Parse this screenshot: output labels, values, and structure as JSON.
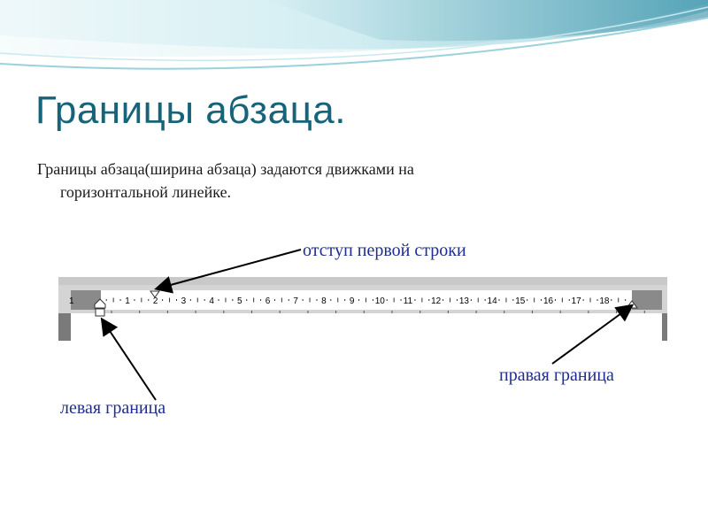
{
  "slide": {
    "title": "Границы абзаца.",
    "body_line1": "Границы абзаца(ширина абзаца) задаются движками на",
    "body_line2": "горизонтальной линейке."
  },
  "ruler": {
    "start_label": "1",
    "tick_labels": [
      "1",
      "2",
      "3",
      "4",
      "5",
      "6",
      "7",
      "8",
      "9",
      "10",
      "11",
      "12",
      "13",
      "14",
      "15",
      "16",
      "17",
      "18"
    ]
  },
  "labels": {
    "first_line_indent": "отступ первой строки",
    "right_border": "правая граница",
    "left_border": "левая граница"
  },
  "colors": {
    "title": "#17637a",
    "label": "#1f2d8f",
    "wave_dark": "#1b6f8a",
    "wave_light": "#8fd0d8"
  }
}
